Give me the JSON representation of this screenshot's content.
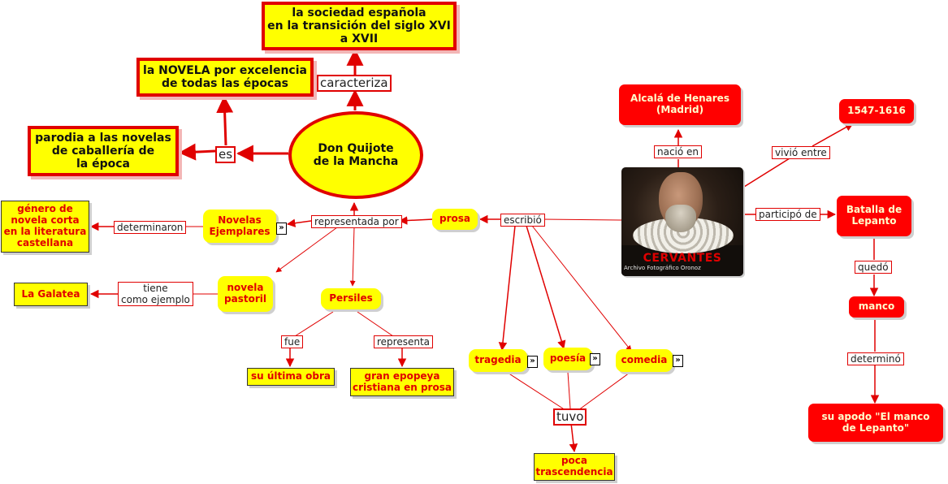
{
  "nodes": {
    "sociedad": "la sociedad española\nen la transición del siglo XVI\na XVII",
    "novela": "la NOVELA por excelencia\nde todas las épocas",
    "parodia": "parodia a las novelas\nde caballería de\nla época",
    "quijote": "Don Quijote\nde la Mancha",
    "genero": "género de\nnovela corta\nen la literatura\ncastellana",
    "ejemplares": "Novelas\nEjemplares",
    "prosa": "prosa",
    "galatea": "La Galatea",
    "pastoril": "novela\npastoril",
    "persiles": "Persiles",
    "ultima": "su última obra",
    "epopeya": "gran epopeya\ncristiana en prosa",
    "tragedia": "tragedia",
    "poesia": "poesía",
    "comedia": "comedia",
    "poca": "poca\ntrascendencia",
    "alcala": "Alcalá de Henares\n(Madrid)",
    "fechas": "1547-1616",
    "lepanto": "Batalla de\nLepanto",
    "manco": "manco",
    "apodo": "su apodo  \"El manco\nde Lepanto\""
  },
  "links": {
    "caracteriza": "caracteriza",
    "es": "es",
    "representada": "representada por",
    "determinaron": "determinaron",
    "tiene": "tiene\ncomo ejemplo",
    "fue": "fue",
    "representa": "representa",
    "escribio": "escribió",
    "tuvo": "tuvo",
    "nacio": "nació en",
    "vivio": "vivió entre",
    "participo": "participó de",
    "quedo": "quedó",
    "determino": "determinó"
  },
  "portrait": {
    "name": "CERVANTES",
    "credit": "Archivo Fotográfico Oronoz"
  },
  "expand_icon": "»",
  "colors": {
    "link": "#e00000",
    "node_fill": "#ffff00",
    "accent_red": "#ff0000"
  }
}
